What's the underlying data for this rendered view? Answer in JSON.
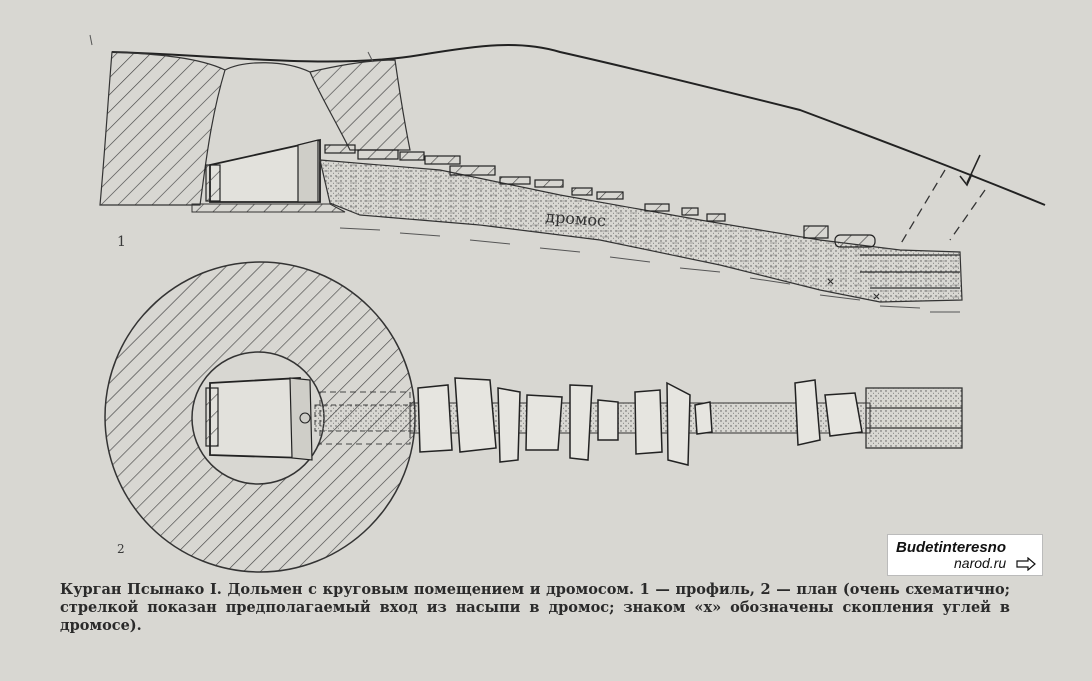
{
  "figure": {
    "dromos_label": "дромос",
    "panel_1_label": "1",
    "panel_2_label": "2"
  },
  "watermark": {
    "line1": "Budetinteresno",
    "line2": "narod.ru"
  },
  "caption": "Курган Псынако I. Дольмен с круговым помещением и дромосом. 1 — профиль, 2 — план (очень схематично; стрелкой показан предполагаемый вход из насыпи в дромос; знаком «х» обозначены скопления углей в дромосе).",
  "colors": {
    "paper": "#d8d7d2",
    "ink": "#333333"
  }
}
